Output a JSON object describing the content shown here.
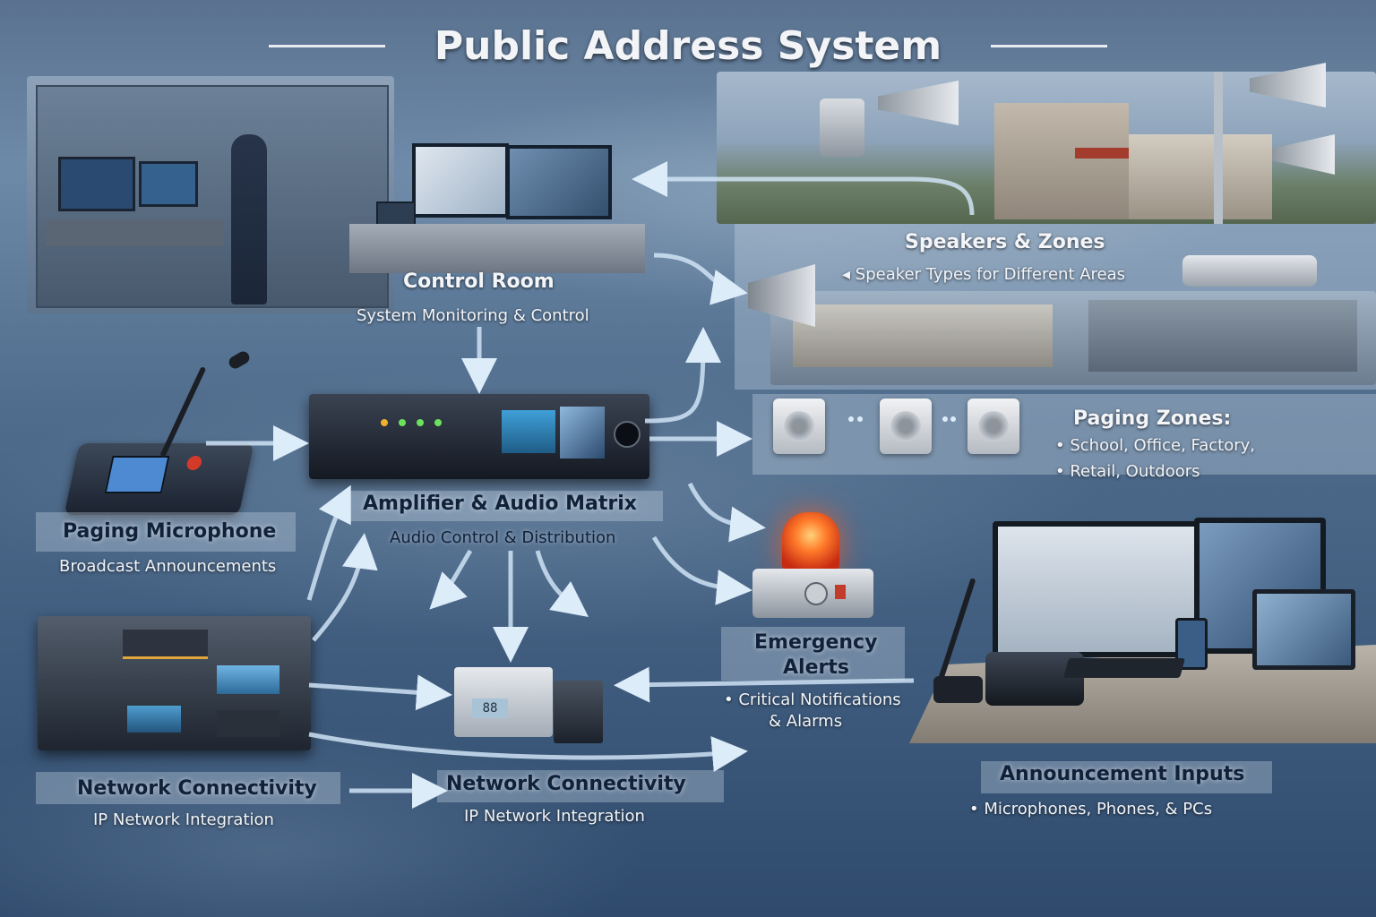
{
  "title": "Public Address System",
  "sections": {
    "control_room": {
      "title": "Control Room",
      "subtitle": "System Monitoring & Control"
    },
    "speakers_zones": {
      "title": "Speakers & Zones",
      "subtitle": "Speaker Types for Different Areas"
    },
    "paging_zones": {
      "title": "Paging Zones:",
      "items": [
        "School, Office, Factory,",
        "Retail, Outdoors"
      ]
    },
    "paging_microphone": {
      "title": "Paging Microphone",
      "subtitle": "Broadcast Announcements"
    },
    "amplifier": {
      "title": "Amplifier & Audio Matrix",
      "subtitle": "Audio Control & Distribution"
    },
    "emergency": {
      "title_line1": "Emergency",
      "title_line2": "Alerts",
      "items": [
        "Critical Notifications",
        "& Alarms"
      ]
    },
    "network_left": {
      "title": "Network Connectivity",
      "subtitle": "IP Network Integration"
    },
    "network_center": {
      "title": "Network Connectivity",
      "subtitle": "IP Network Integration"
    },
    "announcement_inputs": {
      "title": "Announcement Inputs",
      "items": [
        "Microphones, Phones, & PCs"
      ]
    }
  },
  "device_readouts": {
    "server_display": "88"
  },
  "colors": {
    "arrow": "#cfe3f5",
    "alarm": "#e8401a",
    "label_band": "#c8d7e6"
  }
}
